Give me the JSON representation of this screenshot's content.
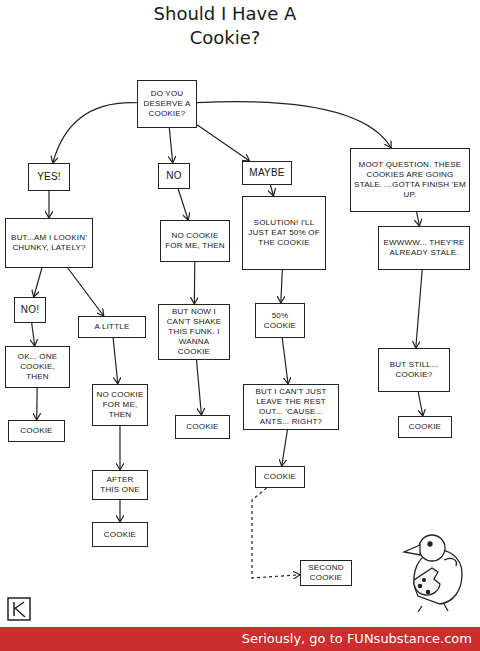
{
  "diagram": {
    "title": "Should I Have A Cookie?",
    "nodes": [
      {
        "text": [
          "DO YOU DESERVE A COOKIE?"
        ]
      },
      {
        "text": [
          "YES!"
        ]
      },
      {
        "text": [
          "NO"
        ]
      },
      {
        "text": [
          "MAYBE"
        ]
      },
      {
        "text": [
          "MOOT QUESTION. THESE COOKIES ARE GOING STALE. ...GOTTA FINISH 'EM UP."
        ]
      },
      {
        "text": [
          "BUT...AM I LOOKIN' CHUNKY, LATELY?"
        ]
      },
      {
        "text": [
          "NO COOKIE FOR ME, THEN"
        ]
      },
      {
        "text": [
          "SOLUTION! I'LL JUST EAT 50% OF THE COOKIE"
        ]
      },
      {
        "text": [
          "EWWWW... THEY'RE ALREADY STALE."
        ]
      },
      {
        "text": [
          "NO!"
        ]
      },
      {
        "text": [
          "A LITTLE"
        ]
      },
      {
        "text": [
          "BUT NOW I CAN'T SHAKE THIS FUNK. I WANNA COOKIE"
        ]
      },
      {
        "text": [
          "50% COOKIE"
        ]
      },
      {
        "text": [
          "OK... ONE COOKIE, THEN"
        ]
      },
      {
        "text": [
          "BUT STILL... COOKIE?"
        ]
      },
      {
        "text": [
          "NO COOKIE FOR ME, THEN"
        ]
      },
      {
        "text": [
          "COOKIE"
        ]
      },
      {
        "text": [
          "COOKIE"
        ]
      },
      {
        "text": [
          "BUT I CAN'T JUST LEAVE THE REST OUT... 'CAUSE... ANTS... RIGHT?"
        ]
      },
      {
        "text": [
          "COOKIE"
        ]
      },
      {
        "text": [
          "COOKIE"
        ]
      },
      {
        "text": [
          "AFTER THIS ONE"
        ]
      },
      {
        "text": [
          "COOKIE"
        ]
      },
      {
        "text": [
          "SECOND COOKIE"
        ]
      }
    ],
    "edges": [
      {
        "from": 0,
        "to": 1,
        "arrow": "to"
      },
      {
        "from": 0,
        "to": 2,
        "arrow": "to"
      },
      {
        "from": 0,
        "to": 3,
        "arrow": "to"
      },
      {
        "from": 0,
        "to": 4,
        "arrow": "to"
      },
      {
        "from": 1,
        "to": 5,
        "arrow": "to"
      },
      {
        "from": 5,
        "to": 9,
        "arrow": "to"
      },
      {
        "from": 5,
        "to": 10,
        "arrow": "to"
      },
      {
        "from": 9,
        "to": 13,
        "arrow": "to"
      },
      {
        "from": 13,
        "to": 16,
        "arrow": "to"
      },
      {
        "from": 10,
        "to": 15,
        "arrow": "to"
      },
      {
        "from": 15,
        "to": 21,
        "arrow": "to"
      },
      {
        "from": 21,
        "to": 22,
        "arrow": "to"
      },
      {
        "from": 2,
        "to": 6,
        "arrow": "to"
      },
      {
        "from": 6,
        "to": 11,
        "arrow": "to"
      },
      {
        "from": 11,
        "to": 17,
        "arrow": "to"
      },
      {
        "from": 3,
        "to": 7,
        "arrow": "to"
      },
      {
        "from": 7,
        "to": 12,
        "arrow": "to"
      },
      {
        "from": 12,
        "to": 18,
        "arrow": "to"
      },
      {
        "from": 18,
        "to": 20,
        "arrow": "to"
      },
      {
        "from": 20,
        "to": 23,
        "arrow": "to"
      },
      {
        "from": 4,
        "to": 8,
        "arrow": "to"
      },
      {
        "from": 8,
        "to": 14,
        "arrow": "to"
      },
      {
        "from": 14,
        "to": 19,
        "arrow": "to"
      }
    ],
    "labels": [
      "Seriously, go to FUNsubstance.com"
    ]
  }
}
